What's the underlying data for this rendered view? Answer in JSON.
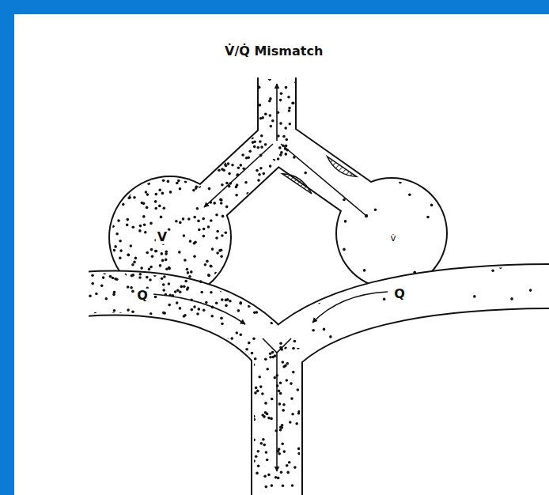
{
  "diagram": {
    "title": "V̇/Q̇ Mismatch",
    "labels": [
      "V",
      "v̇",
      "Q",
      "Q"
    ]
  }
}
